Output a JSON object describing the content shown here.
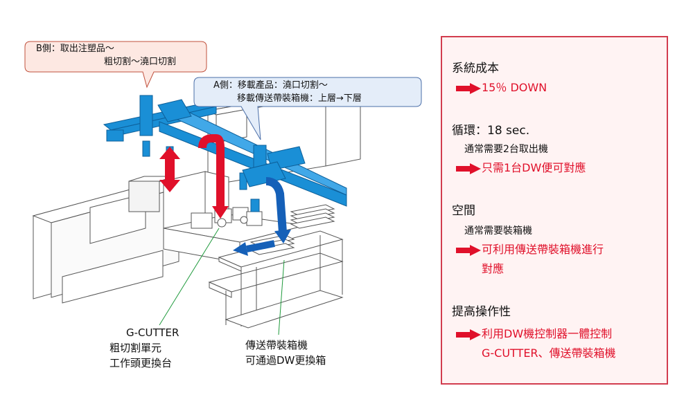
{
  "callouts": {
    "b_side": [
      "B側：取出注塑品～",
      "粗切割～澆口切割"
    ],
    "a_side": [
      "A側：移載產品：澆口切割～",
      "移載傳送帶裝箱機：上層→下層"
    ]
  },
  "labels": {
    "gcutter": [
      "G-CUTTER",
      "粗切割單元",
      "工作頭更換台"
    ],
    "conveyor": [
      "傳送帶裝箱機",
      "可通過DW更換箱"
    ]
  },
  "panel": {
    "cost_title": "系統成本",
    "cost_result": "15％ DOWN",
    "cycle_title": "循環：18 sec.",
    "cycle_note": "通常需要2台取出機",
    "cycle_result": "只需1台DW便可對應",
    "space_title": "空間",
    "space_note": "通常需要裝箱機",
    "space_result": [
      "可利用傳送帶裝箱機進行",
      "對應"
    ],
    "op_title": "提高操作性",
    "op_result": [
      "利用DW機控制器一體控制",
      "G-CUTTER、傳送帶裝箱機"
    ]
  },
  "colors": {
    "accent_red": "#e0102a",
    "robot_blue": "#1a8fd6",
    "arrow_blue": "#1560b8",
    "panel_border": "#d23c4e"
  }
}
